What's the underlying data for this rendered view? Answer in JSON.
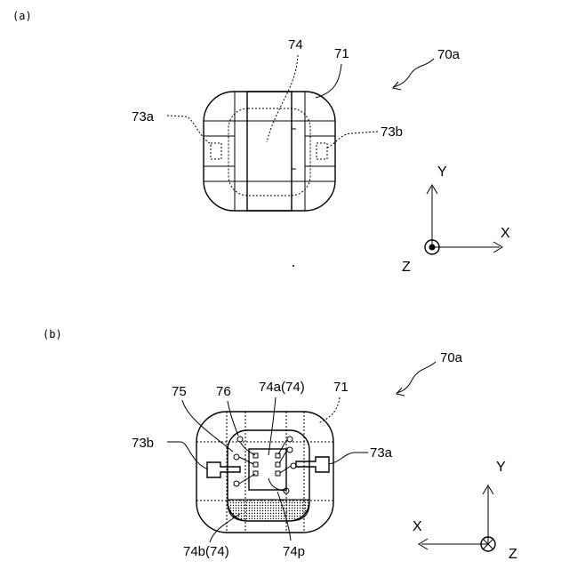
{
  "panel_a": {
    "tag": "(a)",
    "assembly": "70a",
    "core": "71",
    "chip": "74",
    "pad_left": "73a",
    "pad_right": "73b",
    "axis_y": "Y",
    "axis_x": "X",
    "axis_z": "Z"
  },
  "panel_b": {
    "tag": "(b)",
    "assembly": "70a",
    "core": "71",
    "wire_left": "75",
    "wire_mid": "76",
    "chip_a": "74a(74)",
    "chip_b": "74b(74)",
    "pad_p": "74p",
    "pad_left": "73b",
    "pad_right": "73a",
    "axis_y": "Y",
    "axis_x": "X",
    "axis_z": "Z"
  }
}
